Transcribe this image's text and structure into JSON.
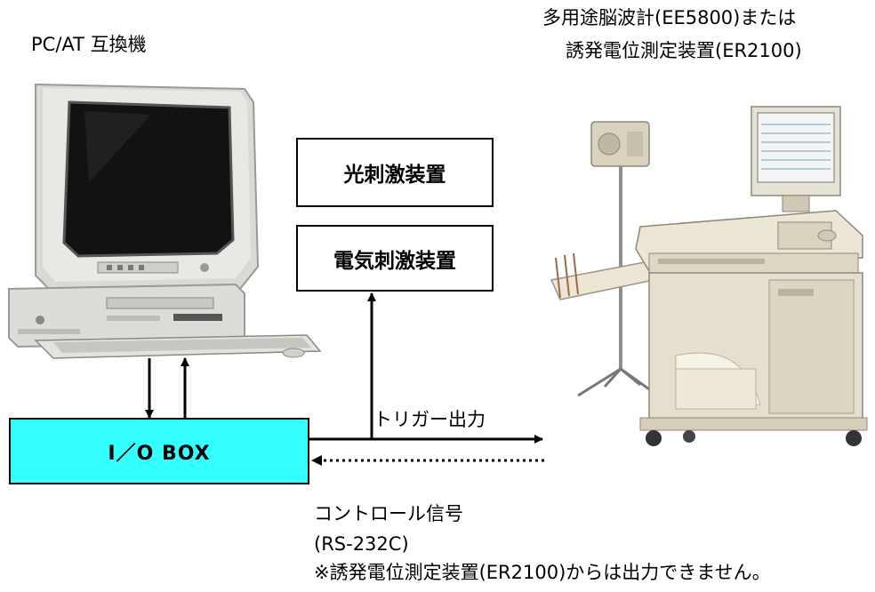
{
  "pc": {
    "label": "PC/AT 互換機"
  },
  "device": {
    "line1": "多用途脳波計(EE5800)または",
    "line2": "誘発電位測定装置(ER2100)"
  },
  "stimulators": {
    "photic": "光刺激装置",
    "electric": "電気刺激装置"
  },
  "io_box": {
    "label": "I／O  BOX"
  },
  "signals": {
    "trigger": "トリガー出力",
    "control": "コントロール信号",
    "control_spec": "(RS-232C)",
    "note": "※誘発電位測定装置(ER2100)からは出力できません。"
  },
  "colors": {
    "io_box": "#33ffff"
  }
}
